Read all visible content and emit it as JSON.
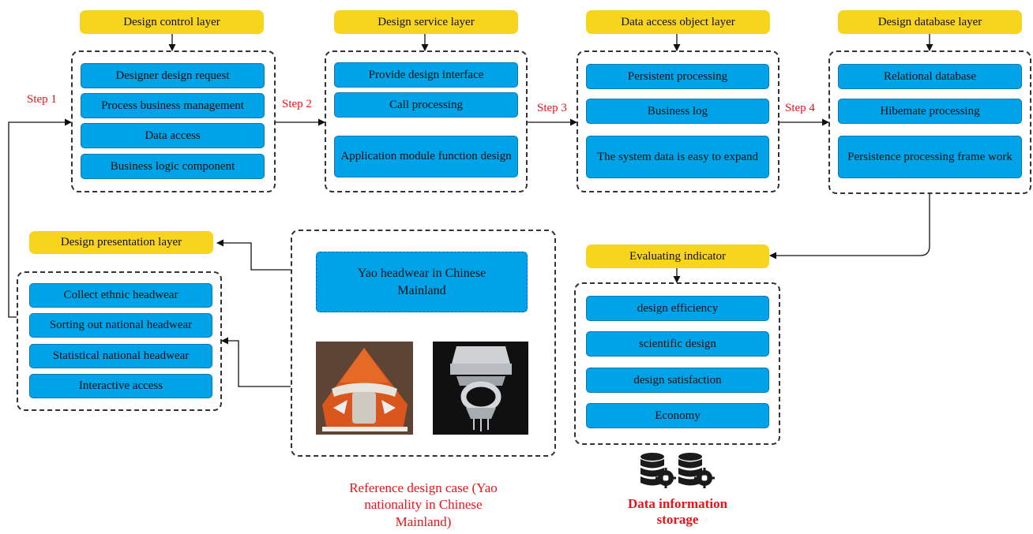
{
  "layers": {
    "control": {
      "title": "Design control layer",
      "items": [
        "Designer design request",
        "Process business management",
        "Data access",
        "Business logic component"
      ]
    },
    "service": {
      "title": "Design service layer",
      "items": [
        "Provide design interface",
        "Call processing",
        "Application module function design"
      ]
    },
    "dao": {
      "title": "Data access object layer",
      "items": [
        "Persistent processing",
        "Business log",
        "The system data is easy to expand"
      ]
    },
    "database": {
      "title": "Design database layer",
      "items": [
        "Relational database",
        "Hibemate processing",
        "Persistence processing frame work"
      ]
    },
    "presentation": {
      "title": "Design presentation layer",
      "items": [
        "Collect ethnic headwear",
        "Sorting out national headwear",
        "Statistical national headwear",
        "Interactive access"
      ]
    },
    "evaluating": {
      "title": "Evaluating indicator",
      "items": [
        "design efficiency",
        "scientific design",
        "design satisfaction",
        "Economy"
      ]
    }
  },
  "steps": [
    "Step 1",
    "Step 2",
    "Step 3",
    "Step 4"
  ],
  "reference": {
    "box_label": "Yao headwear in Chinese Mainland",
    "caption": "Reference design case (Yao nationality in Chinese Mainland)"
  },
  "storage": {
    "label": "Data information storage",
    "icon": "database-gear-icon"
  },
  "colors": {
    "header": "#f7d51d",
    "item": "#00a3e8",
    "step": "#e8141a"
  }
}
